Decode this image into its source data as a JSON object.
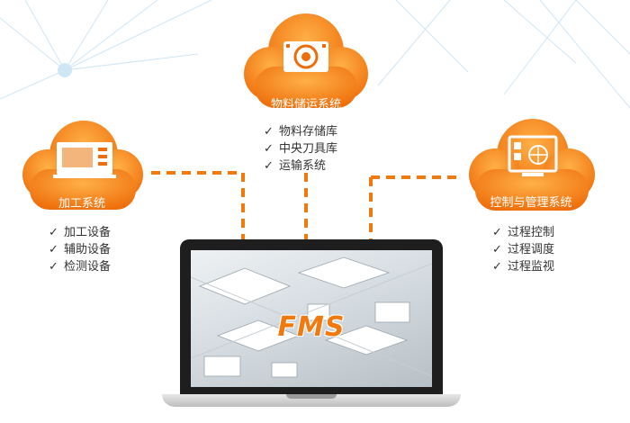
{
  "colors": {
    "accent": "#f07a0d",
    "network": "#cfe6f5",
    "text": "#333333"
  },
  "clouds": {
    "top": {
      "title": "物料储运系统",
      "icon": "material-storage-icon",
      "items": [
        "物料存储库",
        "中央刀具库",
        "运输系统"
      ]
    },
    "left": {
      "title": "加工系统",
      "icon": "machine-tool-icon",
      "items": [
        "加工设备",
        "辅助设备",
        "检测设备"
      ]
    },
    "right": {
      "title": "控制与管理系统",
      "icon": "control-monitor-icon",
      "items": [
        "过程控制",
        "过程调度",
        "过程监视"
      ]
    }
  },
  "check_mark": "✓",
  "laptop": {
    "screen_title": "FMS"
  }
}
